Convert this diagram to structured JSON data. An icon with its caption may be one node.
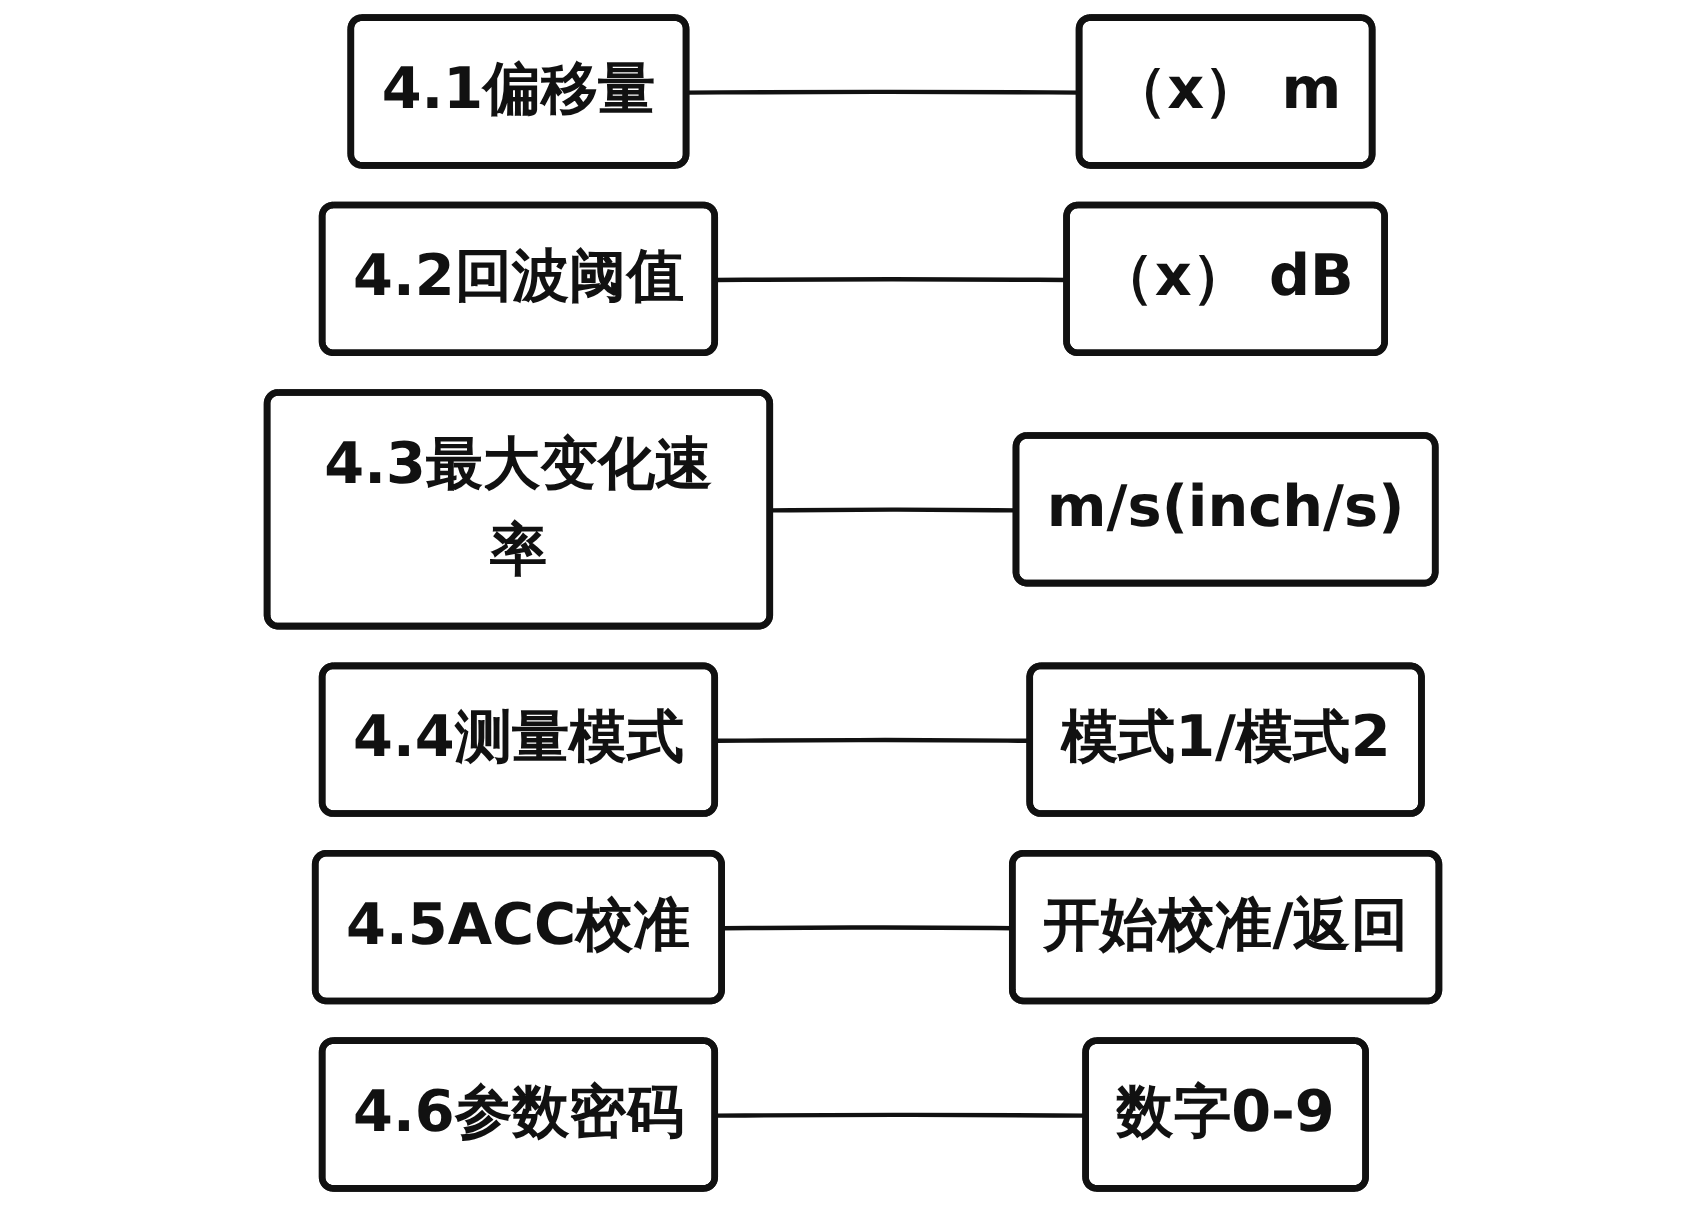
{
  "diagram": {
    "nodes": [
      {
        "text": [
          "4.1偏移量"
        ]
      },
      {
        "text": [
          "（x） m"
        ]
      },
      {
        "text": [
          "4.2回波阈值"
        ]
      },
      {
        "text": [
          "（x） dB"
        ]
      },
      {
        "text": [
          "4.3最大变化速率"
        ]
      },
      {
        "text": [
          "m/s(inch/s)"
        ]
      },
      {
        "text": [
          "4.4测量模式"
        ]
      },
      {
        "text": [
          "模式1/模式2"
        ]
      },
      {
        "text": [
          "4.5ACC校准"
        ]
      },
      {
        "text": [
          "开始校准/返回"
        ]
      },
      {
        "text": [
          "4.6参数密码"
        ]
      },
      {
        "text": [
          "数字0-9"
        ]
      }
    ],
    "edges": [
      {
        "from": 0,
        "to": 1,
        "arrow": "none"
      },
      {
        "from": 2,
        "to": 3,
        "arrow": "none"
      },
      {
        "from": 4,
        "to": 5,
        "arrow": "none"
      },
      {
        "from": 6,
        "to": 7,
        "arrow": "none"
      },
      {
        "from": 8,
        "to": 9,
        "arrow": "none"
      },
      {
        "from": 10,
        "to": 11,
        "arrow": "none"
      }
    ]
  }
}
